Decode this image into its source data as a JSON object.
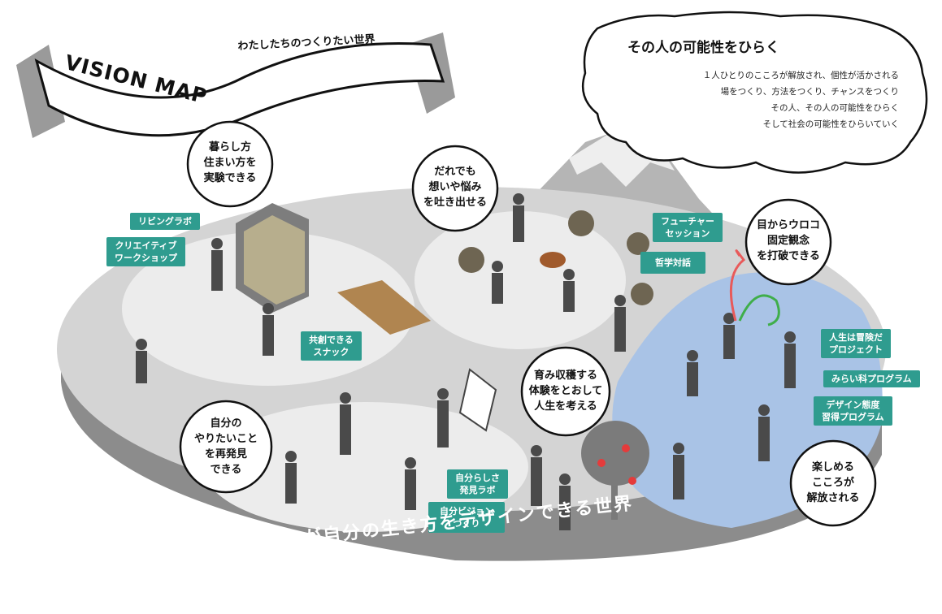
{
  "banner": {
    "title": "VISION MAP",
    "subtitle": "わたしたちのつくりたい世界"
  },
  "cloud": {
    "title": "その人の可能性をひらく",
    "lines": [
      "１人ひとりのこころが解放され、個性が活かされる",
      "場をつくり、方法をつくり、チャンスをつくり",
      "その人、その人の可能性をひらく",
      "そして社会の可能性をひらいていく"
    ]
  },
  "bubbles": {
    "living": [
      "暮らし方",
      "住まい方を",
      "実験できる"
    ],
    "speak": [
      "だれでも",
      "想いや悩み",
      "を吐き出せる"
    ],
    "scales": [
      "目からウロコ",
      "固定観念",
      "を打破できる"
    ],
    "harvest": [
      "育み収穫する",
      "体験をとおして",
      "人生を考える"
    ],
    "rediscover": [
      "自分の",
      "やりたいこと",
      "を再発見",
      "できる"
    ],
    "enjoy": [
      "楽しめる",
      "こころが",
      "解放される"
    ]
  },
  "tags": {
    "living_lab": "リビングラボ",
    "creative_ws": [
      "クリエイティブ",
      "ワークショップ"
    ],
    "co_snack": [
      "共創できる",
      "スナック"
    ],
    "future_session": [
      "フューチャー",
      "セッション"
    ],
    "philosophy": "哲学対話",
    "adventure": [
      "人生は冒険だ",
      "プロジェクト"
    ],
    "mirai": "みらい科プログラム",
    "design_attitude": [
      "デザイン態度",
      "習得プログラム"
    ],
    "self_lab": [
      "自分らしさ",
      "発見ラボ"
    ],
    "self_vision": [
      "自分ビジョン",
      "づくり"
    ]
  },
  "bottom_caption": "だれもが自分の生き方をデザインできる世界",
  "colors": {
    "teal": "#2f9c8f",
    "disk_top": "#d6d6d6",
    "disk_side": "#8a8a8a",
    "water": "#a9c3e6",
    "mountain": "#b3b3b3",
    "oval": "#ececec"
  }
}
